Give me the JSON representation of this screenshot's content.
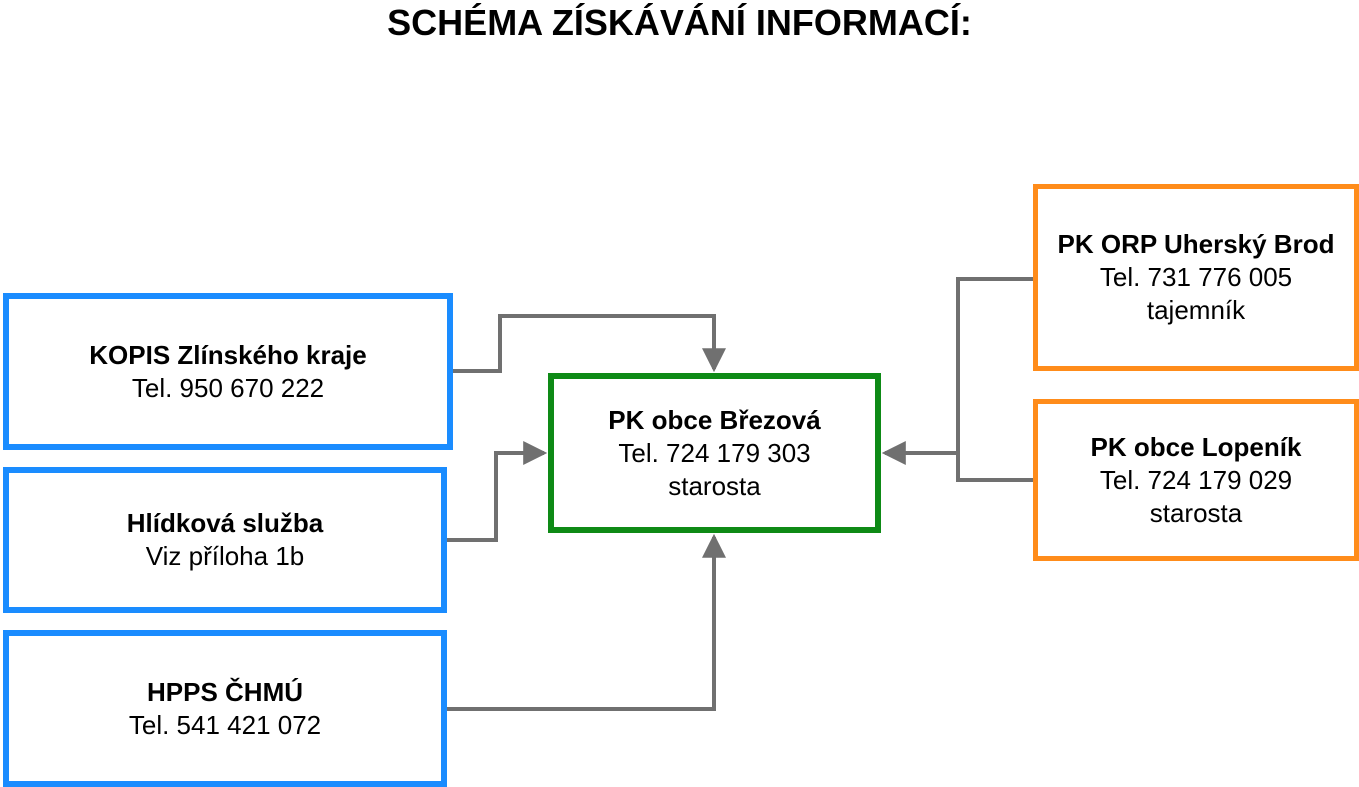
{
  "title": "SCHÉMA ZÍSKÁVÁNÍ INFORMACÍ:",
  "colors": {
    "left_border": "#1a8cff",
    "center_border": "#0e8a16",
    "right_border": "#ff8c1a",
    "arrow": "#707070"
  },
  "nodes": {
    "kopis": {
      "name": "KOPIS Zlínského kraje",
      "line1": "Tel. 950 670 222"
    },
    "hlidkova": {
      "name": "Hlídková služba",
      "line1": "Viz příloha 1b"
    },
    "hpps": {
      "name": "HPPS ČHMÚ",
      "line1": "Tel. 541 421 072"
    },
    "center": {
      "name": "PK obce Březová",
      "line1": "Tel. 724 179 303",
      "line2": "starosta"
    },
    "orp": {
      "name": "PK ORP Uherský Brod",
      "line1": "Tel. 731 776 005",
      "line2": "tajemník"
    },
    "lopenik": {
      "name": "PK obce Lopeník",
      "line1": "Tel. 724 179 029",
      "line2": "starosta"
    }
  },
  "edges": [
    {
      "from": "KOPIS Zlínského kraje",
      "to": "PK obce Březová"
    },
    {
      "from": "Hlídková služba",
      "to": "PK obce Březová"
    },
    {
      "from": "HPPS ČHMÚ",
      "to": "PK obce Březová"
    },
    {
      "from": "PK ORP Uherský Brod",
      "to": "PK obce Březová"
    },
    {
      "from": "PK obce Lopeník",
      "to": "PK obce Březová"
    }
  ]
}
